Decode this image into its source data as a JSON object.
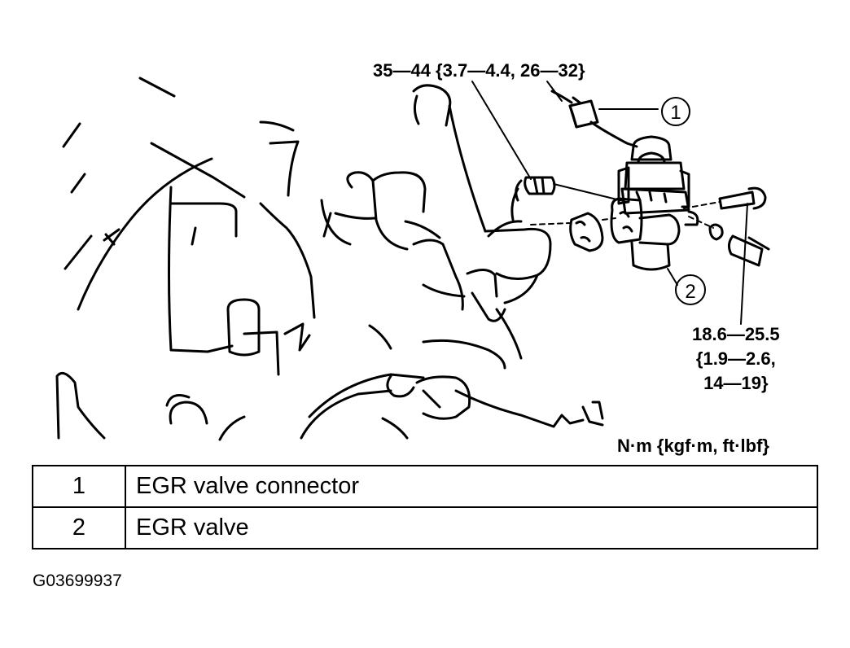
{
  "callouts": {
    "torque_top": "35—44 {3.7—4.4, 26—32}",
    "torque_right": [
      "18.6—25.5",
      "{1.9—2.6,",
      "14—19}"
    ],
    "units": "N·m {kgf·m, ft·lbf}",
    "marker_1": "1",
    "marker_2": "2"
  },
  "legend": {
    "rows": [
      {
        "number": "1",
        "description": "EGR valve connector"
      },
      {
        "number": "2",
        "description": "EGR valve"
      }
    ]
  },
  "figure_id": "G03699937"
}
